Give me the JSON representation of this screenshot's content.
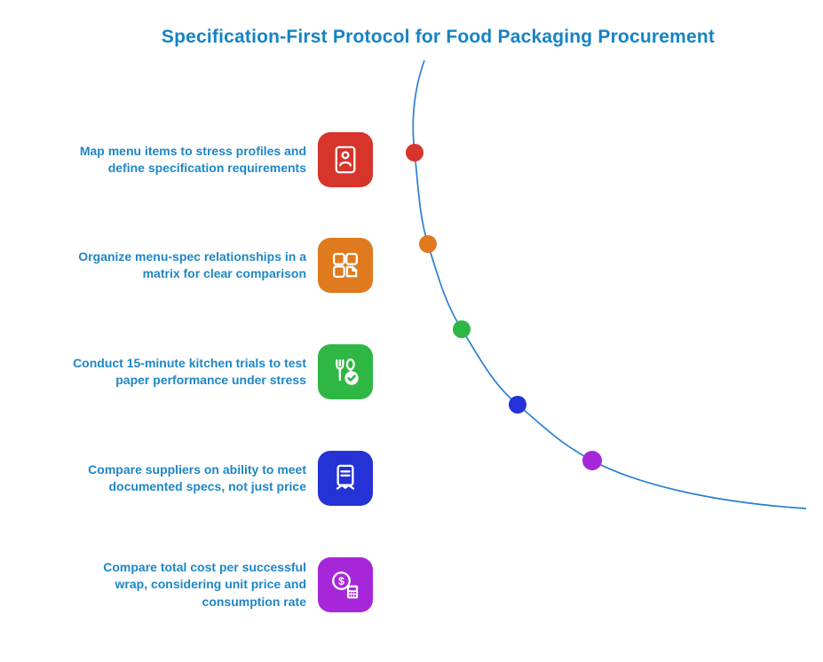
{
  "title": "Specification-First Protocol for Food Packaging Procurement",
  "colors": {
    "title": "#1583C5",
    "text": "#1E86C6",
    "curve": "#2B7FD0",
    "background": "#FFFFFF"
  },
  "steps": [
    {
      "text": "Map menu items to stress profiles and define specification requirements",
      "color": "#D7342C",
      "icon": "menu-person-icon"
    },
    {
      "text": "Organize menu-spec relationships in a matrix for clear comparison",
      "color": "#E07A1F",
      "icon": "matrix-grid-icon"
    },
    {
      "text": "Conduct 15-minute kitchen trials to test paper performance under stress",
      "color": "#2FB744",
      "icon": "utensils-check-icon"
    },
    {
      "text": "Compare suppliers on ability to meet documented specs, not just price",
      "color": "#2532D6",
      "icon": "document-handshake-icon"
    },
    {
      "text": "Compare total cost per successful wrap, considering unit price and consumption rate",
      "color": "#A627D9",
      "icon": "dollar-calculator-icon"
    }
  ]
}
